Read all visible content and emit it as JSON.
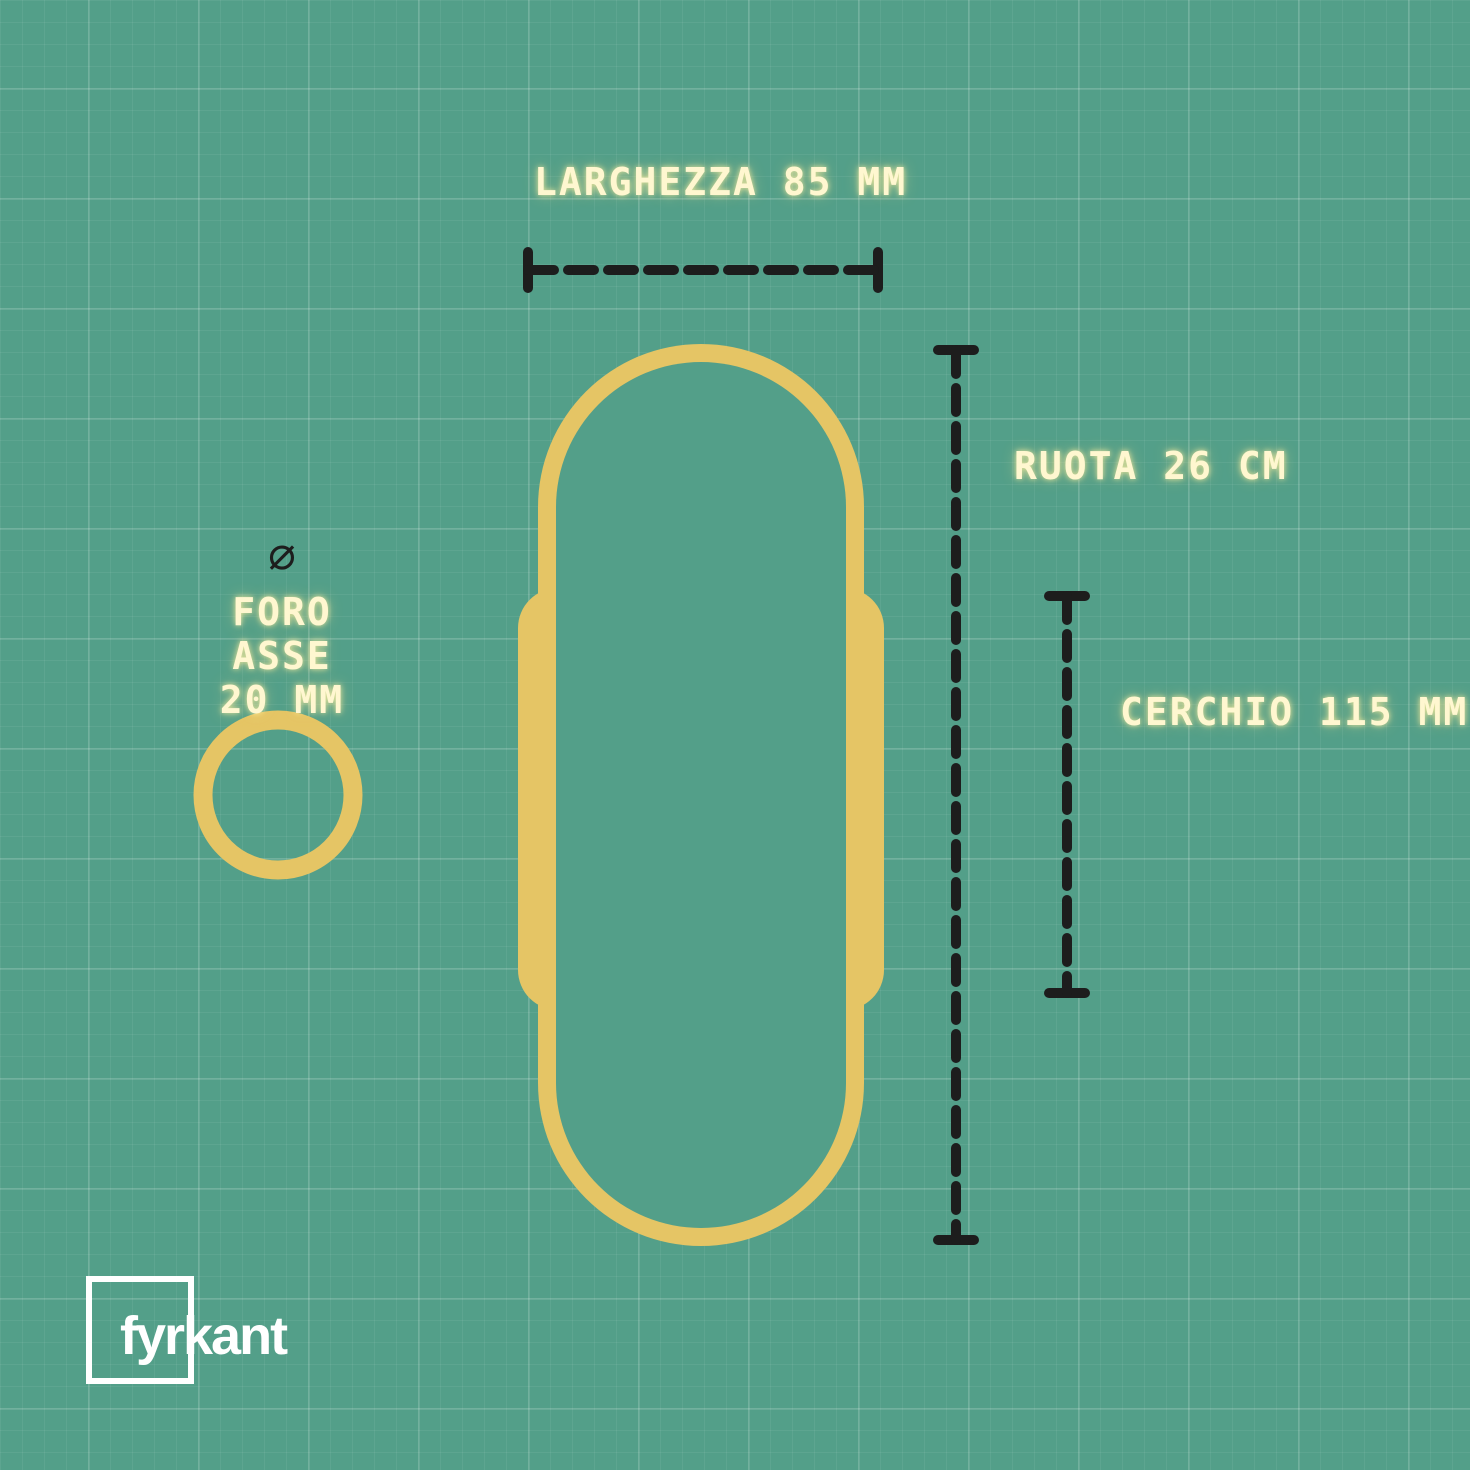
{
  "labels": {
    "width": "LARGHEZZA 85 MM",
    "wheel": "RUOTA 26 CM",
    "rim": "CERCHIO 115 MM",
    "axle_line1": "FORO ASSE",
    "axle_line2": "20 MM",
    "diameter_symbol": "⌀"
  },
  "logo": {
    "text": "fyrkant"
  },
  "colors": {
    "background": "#539f89",
    "tire": "#e5c565",
    "dimension_line": "#1d1d1d",
    "label_text": "#fff7d0",
    "logo": "#ffffff"
  }
}
